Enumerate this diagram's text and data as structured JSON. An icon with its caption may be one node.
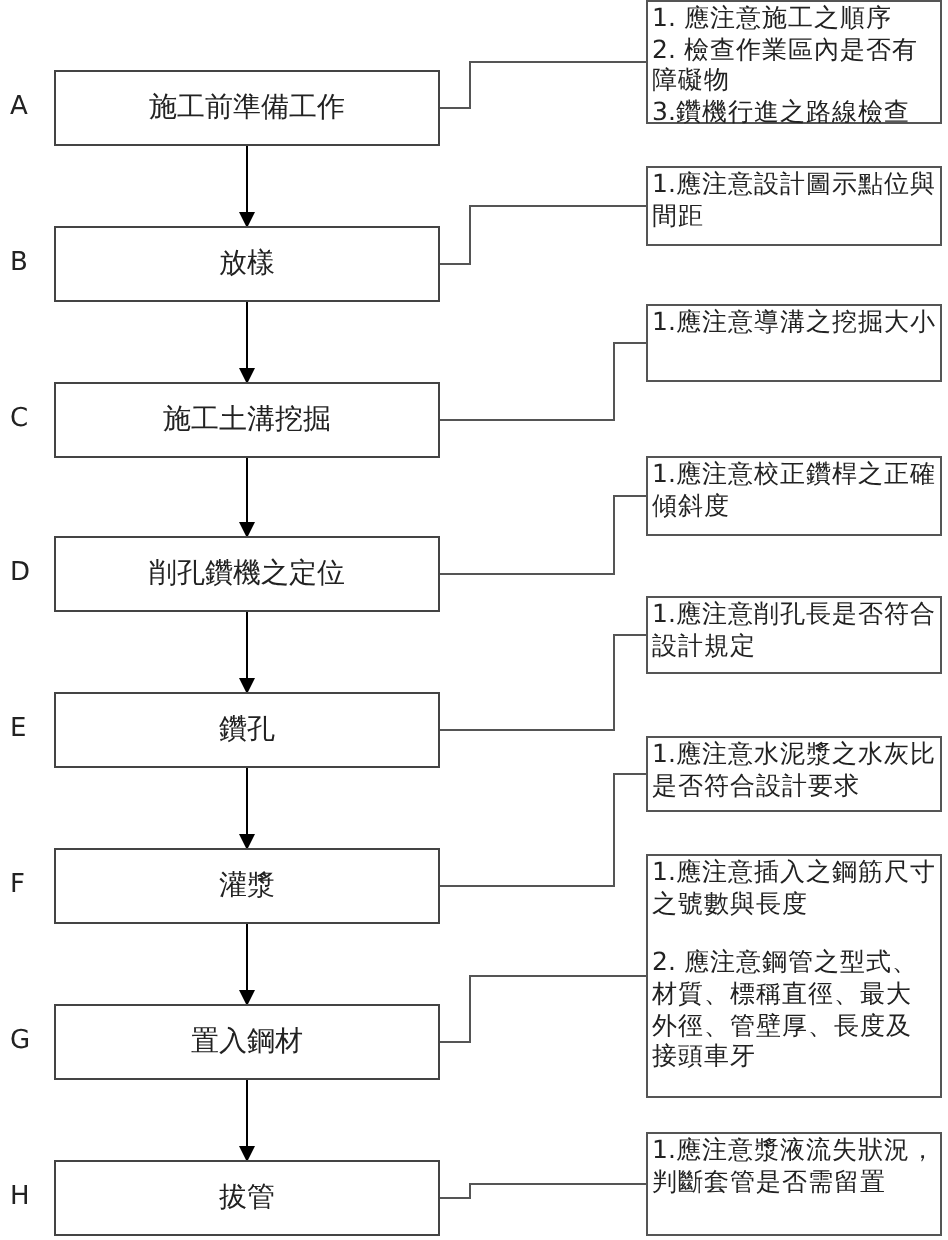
{
  "diagram": {
    "nodes": [
      {
        "text": [
          "施工前準備工作"
        ],
        "beside": [
          "A"
        ]
      },
      {
        "text": [
          "1. 應注意施工之順序",
          "2. 檢查作業區內是否有障礙物",
          "3.鑽機行進之路線檢查"
        ]
      },
      {
        "text": [
          "放樣"
        ],
        "beside": [
          "B"
        ]
      },
      {
        "text": [
          "1.應注意設計圖示點位與間距"
        ]
      },
      {
        "text": [
          "施工土溝挖掘"
        ],
        "beside": [
          "C"
        ]
      },
      {
        "text": [
          "1.應注意導溝之挖掘大小"
        ]
      },
      {
        "text": [
          "削孔鑽機之定位"
        ],
        "beside": [
          "D"
        ]
      },
      {
        "text": [
          "1.應注意校正鑽桿之正確傾斜度"
        ]
      },
      {
        "text": [
          "鑽孔"
        ],
        "beside": [
          "E"
        ]
      },
      {
        "text": [
          "1.應注意削孔長是否符合設計規定"
        ]
      },
      {
        "text": [
          "灌漿"
        ],
        "beside": [
          "F"
        ]
      },
      {
        "text": [
          "1.應注意水泥漿之水灰比是否符合設計要求"
        ]
      },
      {
        "text": [
          "置入鋼材"
        ],
        "beside": [
          "G"
        ]
      },
      {
        "text": [
          "1.應注意插入之鋼筋尺寸之號數與長度",
          "2. 應注意鋼管之型式、材質、標稱直徑、最大外徑、管壁厚、長度及接頭車牙"
        ]
      },
      {
        "text": [
          "拔管"
        ],
        "beside": [
          "H"
        ]
      },
      {
        "text": [
          "1.應注意漿液流失狀況，判斷套管是否需留置"
        ]
      }
    ],
    "edges": [
      {
        "from": 0,
        "to": 2,
        "arrow": "to"
      },
      {
        "from": 2,
        "to": 4,
        "arrow": "to"
      },
      {
        "from": 4,
        "to": 6,
        "arrow": "to"
      },
      {
        "from": 6,
        "to": 8,
        "arrow": "to"
      },
      {
        "from": 8,
        "to": 10,
        "arrow": "to"
      },
      {
        "from": 10,
        "to": 12,
        "arrow": "to"
      },
      {
        "from": 12,
        "to": 14,
        "arrow": "to"
      },
      {
        "from": 0,
        "to": 1,
        "arrow": "none"
      },
      {
        "from": 2,
        "to": 3,
        "arrow": "none"
      },
      {
        "from": 4,
        "to": 5,
        "arrow": "none"
      },
      {
        "from": 6,
        "to": 7,
        "arrow": "none"
      },
      {
        "from": 8,
        "to": 9,
        "arrow": "none"
      },
      {
        "from": 10,
        "to": 11,
        "arrow": "none"
      },
      {
        "from": 12,
        "to": 13,
        "arrow": "none"
      },
      {
        "from": 14,
        "to": 15,
        "arrow": "none"
      }
    ]
  }
}
